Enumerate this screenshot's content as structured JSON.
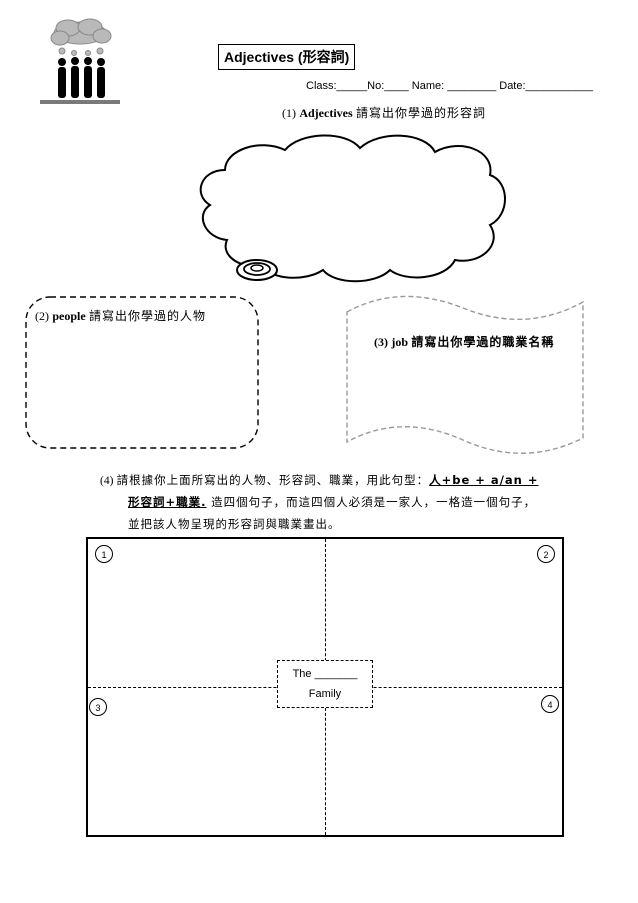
{
  "header": {
    "title": "Adjectives (形容詞)",
    "meta_line": "Class:_____No:____ Name: ________ Date:___________"
  },
  "section1": {
    "number": "(1)",
    "keyword": "Adjectives",
    "instruction": "請寫出你學過的形容詞"
  },
  "section2": {
    "number": "(2)",
    "keyword": "people",
    "instruction": "請寫出你學過的人物"
  },
  "section3": {
    "number": "(3)",
    "keyword": "job",
    "instruction": "請寫出你學過的職業名稱"
  },
  "section4": {
    "number": "(4)",
    "line1_text": "請根據你上面所寫出的人物、形容詞、職業，用此句型：",
    "pattern_part1": "人+be + a/an +",
    "pattern_part2": "形容詞+職業.",
    "line2_text": " 造四個句子，而這四個人必須是一家人，一格造一個句子，",
    "line3_text": "並把該人物呈現的形容詞與職業畫出。"
  },
  "grid": {
    "cell_numbers": [
      "1",
      "2",
      "3",
      "4"
    ],
    "family_line1": "The _______",
    "family_line2": "Family"
  }
}
